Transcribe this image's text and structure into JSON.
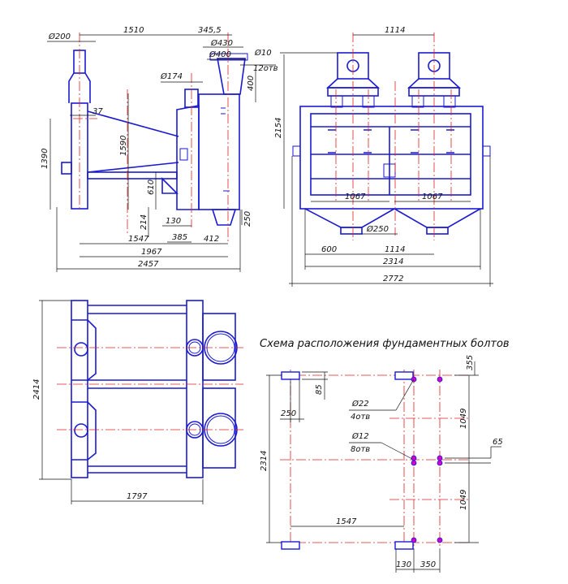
{
  "side_view": {
    "dims": {
      "d200": "Ø200",
      "d1510": "1510",
      "d345_5": "345,5",
      "d430": "Ø430",
      "d400": "Ø400",
      "d10": "Ø10",
      "d10_note": "12отв",
      "d174": "Ø174",
      "d400v": "400",
      "d37": "37",
      "d1390": "1390",
      "d1590": "1590",
      "d610": "610",
      "d214": "214",
      "d130": "130",
      "d385": "385",
      "d250": "250",
      "d1547": "1547",
      "d412": "412",
      "d1967": "1967",
      "d2457": "2457"
    }
  },
  "front_view": {
    "dims": {
      "d1114_top": "1114",
      "d2154": "2154",
      "d1067_l": "1067",
      "d1067_r": "1067",
      "d250": "Ø250",
      "d600": "600",
      "d1114_bot": "1114",
      "d2314": "2314",
      "d2772": "2772"
    }
  },
  "plan_view": {
    "dims": {
      "d2414": "2414",
      "d1797": "1797"
    }
  },
  "bolt_scheme": {
    "title": "Схема расположения фундаментных болтов",
    "dims": {
      "d355": "355",
      "d85": "85",
      "d250": "250",
      "d22": "Ø22",
      "d22_note": "4отв",
      "d12": "Ø12",
      "d12_note": "8отв",
      "d1049_top": "1049",
      "d65": "65",
      "d2314": "2314",
      "d1049_bot": "1049",
      "d1547": "1547",
      "d130": "130",
      "d350": "350"
    }
  }
}
